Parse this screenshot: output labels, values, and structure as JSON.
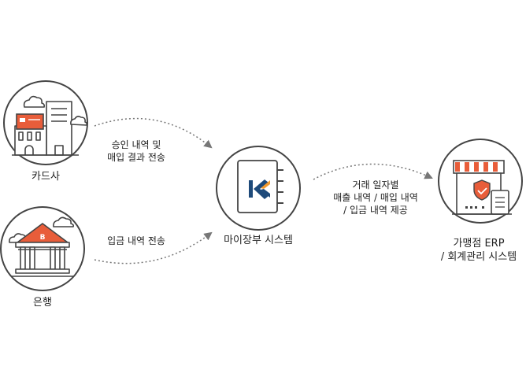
{
  "nodes": {
    "card_company": {
      "label": "카드사",
      "icon": "card-company-building-icon"
    },
    "bank": {
      "label": "은행",
      "icon": "bank-building-icon",
      "roof_letter": "B"
    },
    "system": {
      "label": "마이장부 시스템",
      "icon": "ledger-book-logo-icon"
    },
    "erp": {
      "label_line1": "가맹점 ERP",
      "label_line2": "/ 회계관리 시스템",
      "icon": "storefront-shield-icon"
    }
  },
  "edges": {
    "card_to_system": {
      "line1": "승인 내역 및",
      "line2": "매입 결과 전송"
    },
    "bank_to_system": {
      "line1": "입금 내역 전송"
    },
    "system_to_erp": {
      "line1": "거래 일자별",
      "line2": "매출 내역 / 매입 내역",
      "line3": "/ 입금 내역 제공"
    }
  },
  "colors": {
    "outline": "#444444",
    "accent_orange": "#e85d3a",
    "brand_blue": "#1e4a7a",
    "brand_orange": "#f29a2e",
    "dotted_arrow": "#777777"
  }
}
